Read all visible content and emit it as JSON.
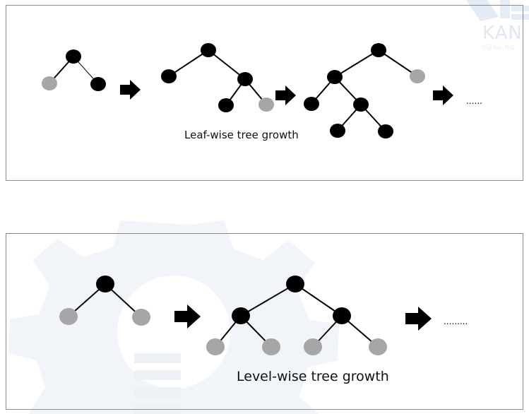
{
  "watermark": {
    "brand": "KAN",
    "tagline": "인공지능 자료"
  },
  "leaf_wise": {
    "caption": "Leaf-wise tree growth",
    "continuation": "......"
  },
  "level_wise": {
    "caption": "Level-wise tree growth",
    "continuation": "........."
  },
  "colors": {
    "node_filled": "#000000",
    "node_leaf_grey": "#a6a6a6",
    "edge": "#000000",
    "border": "#8c8c8c",
    "watermark": "#dbe5f0"
  }
}
